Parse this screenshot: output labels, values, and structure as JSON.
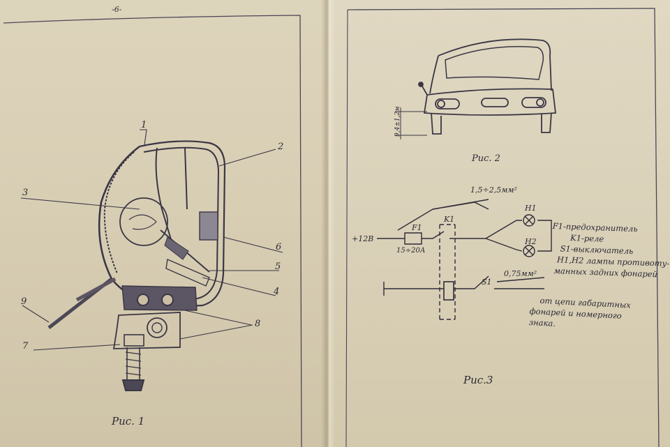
{
  "page_number": "-6-",
  "figures": {
    "fig1": {
      "caption": "Рис. 1",
      "callouts": [
        "1",
        "2",
        "3",
        "4",
        "5",
        "6",
        "7",
        "8",
        "9"
      ]
    },
    "fig2": {
      "caption": "Рис. 2",
      "dimension": "9,4±1,2м"
    },
    "fig3": {
      "caption": "Рис.3",
      "supply": "+12В",
      "fuse_label": "F1",
      "fuse_rating": "15÷20А",
      "relay_label": "K1",
      "switch_label": "S1",
      "lamp1": "H1",
      "lamp2": "H2",
      "wire_main": "1,5÷2,5мм²",
      "wire_small": "0,75мм²"
    }
  },
  "legend": [
    "F1-предохранитель",
    "K1-реле",
    "S1-выключатель",
    "H1,H2 лампы противоту-",
    "манных задних фонарей"
  ],
  "source_note": [
    "от цепи габаритных",
    "фонарей и номерного",
    "знака."
  ],
  "colors": {
    "paper": "#dcd3bb",
    "ink": "#2d2a33"
  }
}
